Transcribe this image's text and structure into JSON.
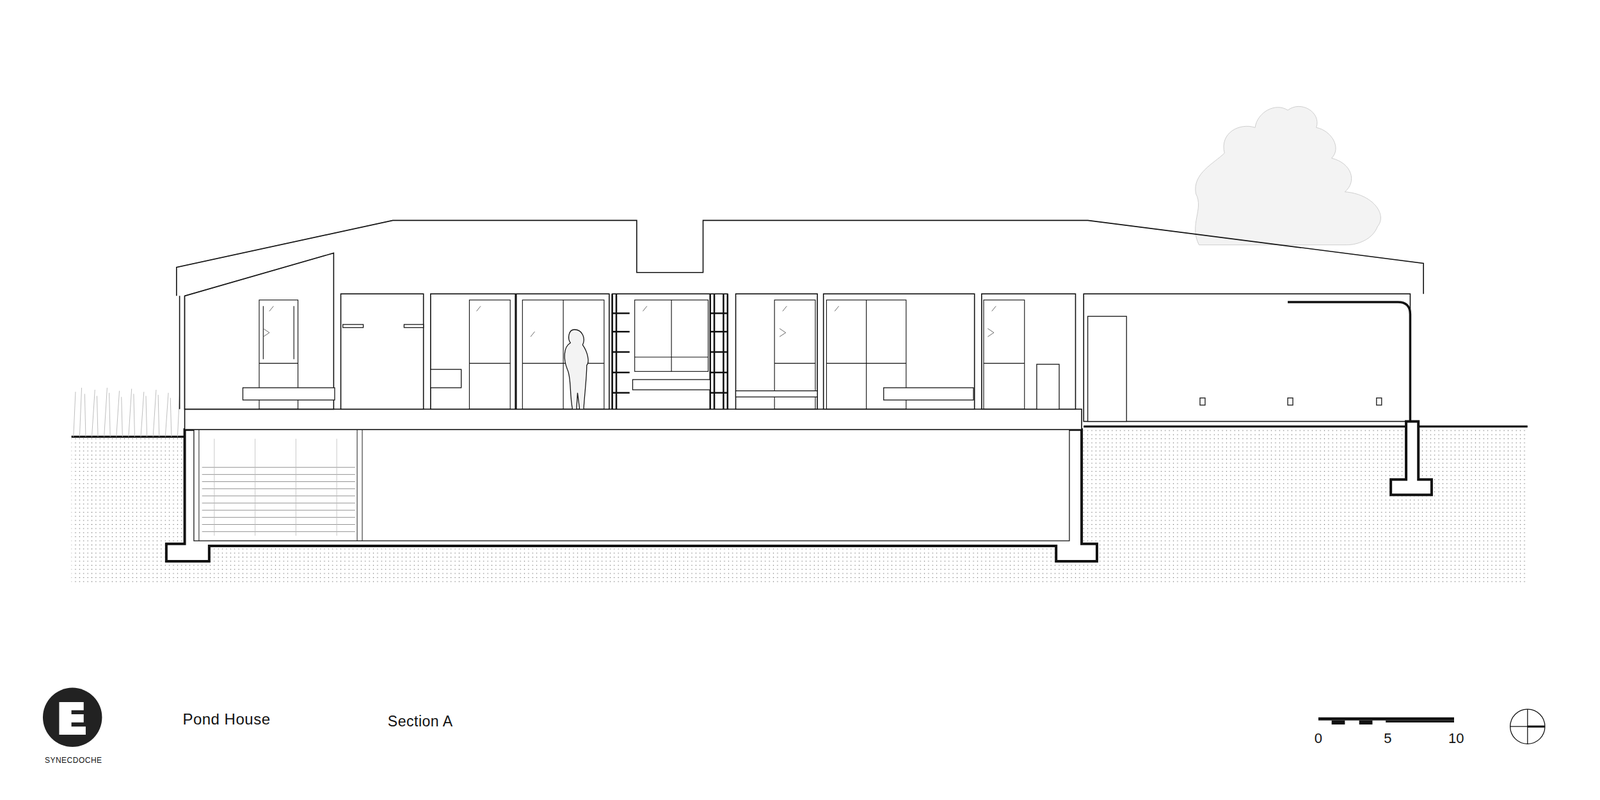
{
  "diagram": {
    "title": "Pond House",
    "labels": [
      "Section A",
      "SYNECDOCHE",
      "0",
      "5",
      "10"
    ]
  }
}
